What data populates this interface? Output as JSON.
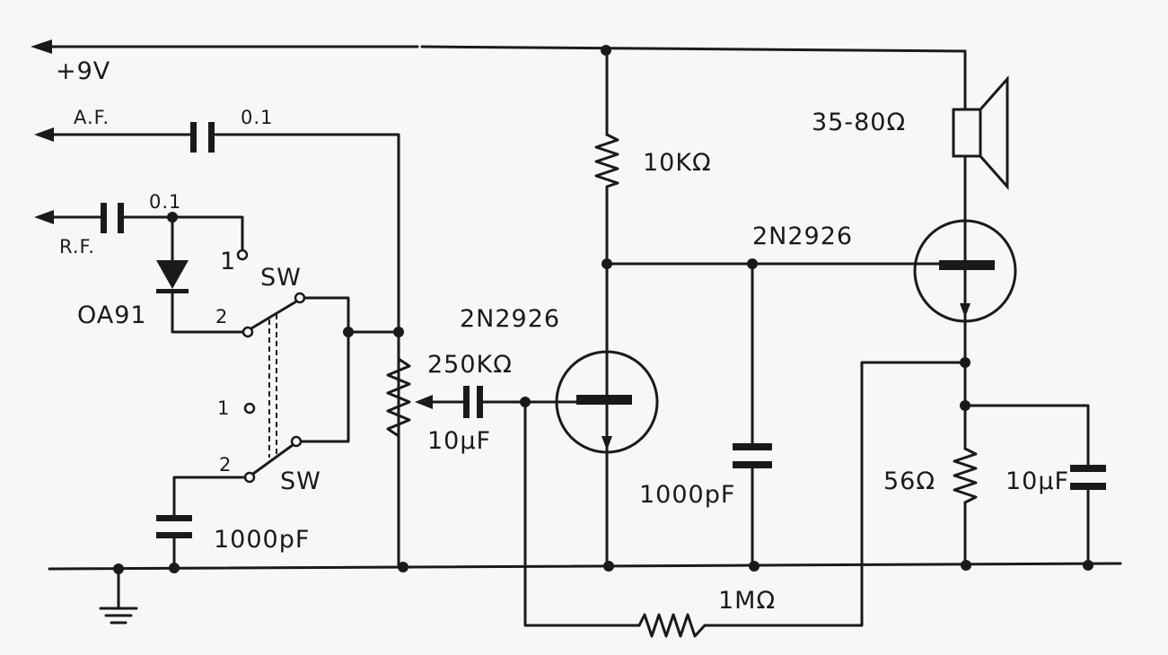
{
  "labels": {
    "supply": "+9V",
    "af": "A.F.",
    "af_cap": "0.1",
    "rf": "R.F.",
    "rf_cap": "0.1",
    "diode": "OA91",
    "sw_top_pos1": "1",
    "sw_top": "SW",
    "sw_top_pos2": "2",
    "sw_bot_pos1": "1",
    "sw_bot_pos2": "2",
    "sw_bot": "SW",
    "cap_bottom": "1000pF",
    "pot": "250KΩ",
    "coupling_cap": "10µF",
    "q1": "2N2926",
    "r_collector": "10KΩ",
    "cap_mid": "1000pF",
    "q2": "2N2926",
    "speaker": "35-80Ω",
    "r_emitter": "56Ω",
    "cap_emitter": "10µF",
    "r_feedback": "1MΩ"
  }
}
